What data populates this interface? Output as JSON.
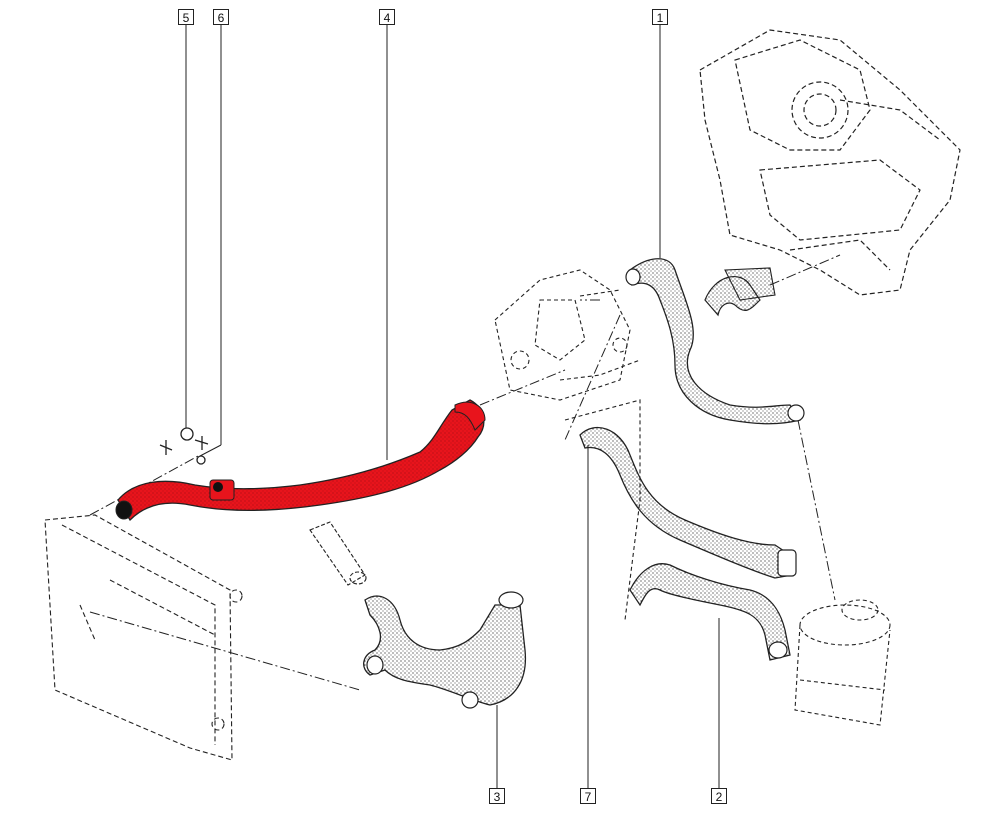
{
  "colors": {
    "highlight_hose": "#e8141c",
    "line": "#222222",
    "stipple": "#1a1a1a",
    "background": "#ffffff"
  },
  "callouts": {
    "c1": "1",
    "c2": "2",
    "c3": "3",
    "c4": "4",
    "c5": "5",
    "c6": "6",
    "c7": "7"
  }
}
